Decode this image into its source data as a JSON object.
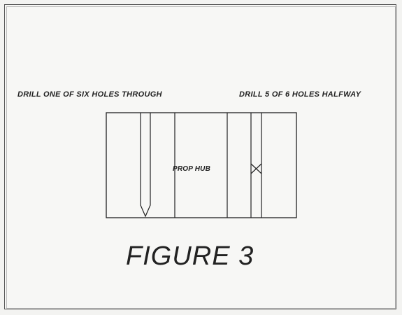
{
  "labels": {
    "left_note": "DRILL ONE OF SIX HOLES THROUGH",
    "right_note": "DRILL 5 OF 6 HOLES HALFWAY",
    "hub": "PROP HUB"
  },
  "figure": {
    "title": "FIGURE 3"
  }
}
